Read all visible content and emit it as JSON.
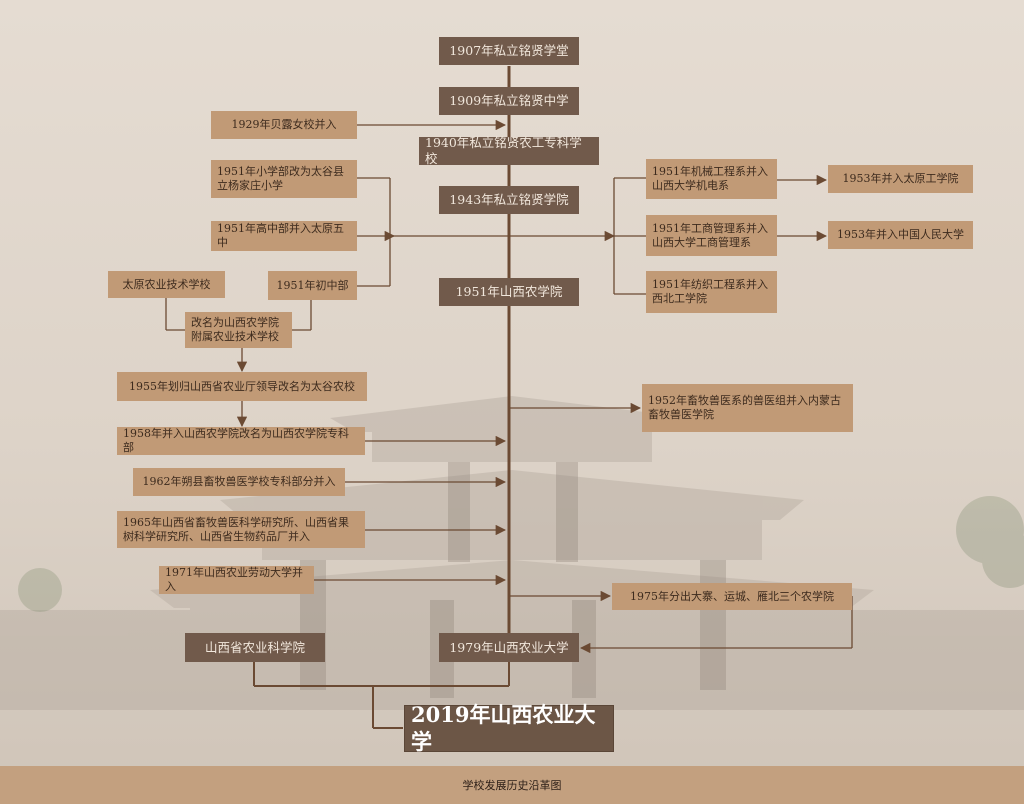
{
  "diagram": {
    "colors": {
      "light_box": "#c19a76",
      "dark_box": "#715a4b",
      "line": "#6b4a33",
      "background": "#e6ddd3"
    },
    "nodes": {
      "n1907": "1907年私立铭贤学堂",
      "n1909": "1909年私立铭贤中学",
      "n1929": "1929年贝露女校并入",
      "n1940": "1940年私立铭贤农工专科学校",
      "n1943": "1943年私立铭贤学院",
      "n1951_primary": "1951年小学部改为太谷县立杨家庄小学",
      "n1951_high": "1951年高中部并入太原五中",
      "n_taiyuan_tech": "太原农业技术学校",
      "n1951_junior": "1951年初中部",
      "n_rename_tech": "改名为山西农学院附属农业技术学校",
      "n1951_agri": "1951年山西农学院",
      "n1951_mech": "1951年机械工程系并入山西大学机电系",
      "n1953_taiyuan": "1953年并入太原工学院",
      "n1951_biz": "1951年工商管理系并入山西大学工商管理系",
      "n1953_renmin": "1953年并入中国人民大学",
      "n1951_textile": "1951年纺织工程系并入西北工学院",
      "n1955": "1955年划归山西省农业厅领导改名为太谷农校",
      "n1952_vet": "1952年畜牧兽医系的兽医组并入内蒙古畜牧兽医学院",
      "n1958": "1958年并入山西农学院改名为山西农学院专科部",
      "n1962": "1962年朔县畜牧兽医学校专科部分并入",
      "n1965": "1965年山西省畜牧兽医科学研究所、山西省果树科学研究所、山西省生物药品厂并入",
      "n1971": "1971年山西农业劳动大学并入",
      "n1975": "1975年分出大寨、运城、雁北三个农学院",
      "n_academy": "山西省农业科学院",
      "n1979": "1979年山西农业大学",
      "n2019": "2019年山西农业大学"
    },
    "caption": "学校发展历史沿革图"
  }
}
